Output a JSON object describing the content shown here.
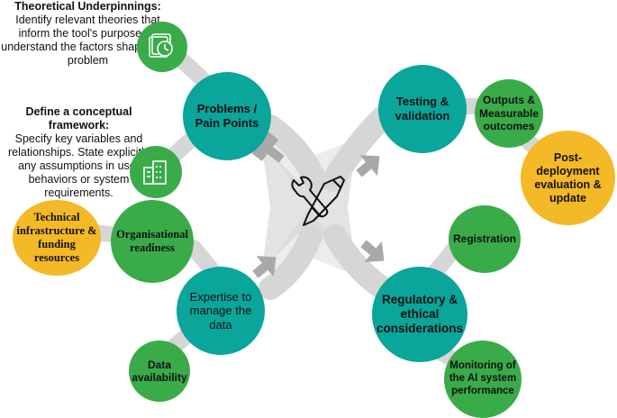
{
  "notes": {
    "theory_title": "Theoretical Underpinnings",
    "theory_body": "Identify relevant theories that inform the tool's purpose, to understand the factors shaping the problem",
    "framework_title": "Define a conceptual framework",
    "framework_body": "Specify key variables and relationships. State explicitly any assumptions in user behaviors or system requirements."
  },
  "nodes": {
    "problems": "Problems / Pain Points",
    "testing": "Testing & validation",
    "outputs": "Outputs & Measurable outcomes",
    "post_deployment": "Post-deployment evaluation & update",
    "organisational": "Organisational readiness",
    "technical": "Technical infrastructure & funding resources",
    "expertise": "Expertise to manage the data",
    "data_availability": "Data availability",
    "registration": "Registration",
    "regulatory": "Regulatory & ethical considerations",
    "monitoring": "Monitoring of the AI system performance"
  },
  "icons": {
    "center": "wrench-pencil-icon",
    "clock": "clock-document-icon",
    "building": "building-icon"
  },
  "colors": {
    "teal": "#0aa59b",
    "green": "#3aab49",
    "yellow": "#f3b926",
    "connector": "#d6d6d6",
    "arrow": "#a9a9a9"
  }
}
